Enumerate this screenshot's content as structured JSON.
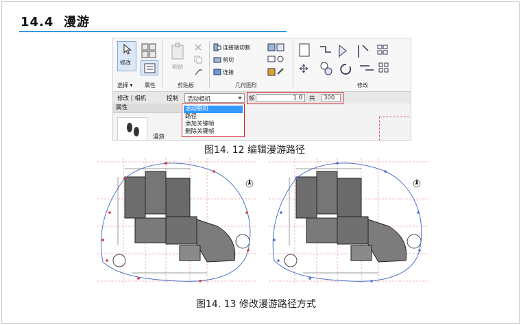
{
  "section": {
    "number": "14.4",
    "title": "漫游"
  },
  "ribbon": {
    "modify_label": "修改",
    "select_label": "选择 ▾",
    "properties_label": "属性",
    "clipboard": {
      "paste_label": "粘贴",
      "panel_label": "剪贴板"
    },
    "geometry": {
      "join_cut_label": "连接端切割",
      "cut_label": "剪切",
      "join_label": "连接",
      "panel_label": "几何图形"
    },
    "modify_panel_label": "修改"
  },
  "options_bar": {
    "context": "修改 | 相机",
    "control_label": "控制",
    "control_value": "活动相机",
    "frame_label": "帧",
    "frame_value": "1.0",
    "total_label": "共",
    "total_value": "300"
  },
  "dropdown": {
    "options": [
      "活动相机",
      "路径",
      "添加关键帧",
      "删除关键帧"
    ],
    "selected_index": 0
  },
  "properties_panel": {
    "header": "属性",
    "type_label": "漫游"
  },
  "figures": [
    {
      "caption": "图14. 12  编辑漫游路径"
    },
    {
      "caption": "图14. 13  修改漫游路径方式"
    }
  ],
  "colors": {
    "accent_rule": "#2f9be0",
    "highlight_red": "#d8232a",
    "selection_blue": "#3399ff",
    "path_blue": "#4a72c8"
  }
}
